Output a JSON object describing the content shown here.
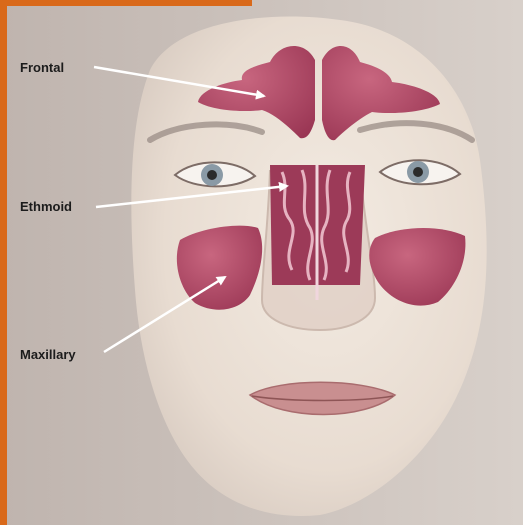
{
  "labels": {
    "frontal": "Frontal",
    "ethmoid": "Ethmoid",
    "maxillary": "Maxillary"
  },
  "colors": {
    "frame_border": "#d9691a",
    "panel_background": "#cfc6c0",
    "skin": "#ebe0d6",
    "sinus": "#a8415f",
    "sinus_highlight": "#c86a84",
    "arrow": "#ffffff"
  }
}
